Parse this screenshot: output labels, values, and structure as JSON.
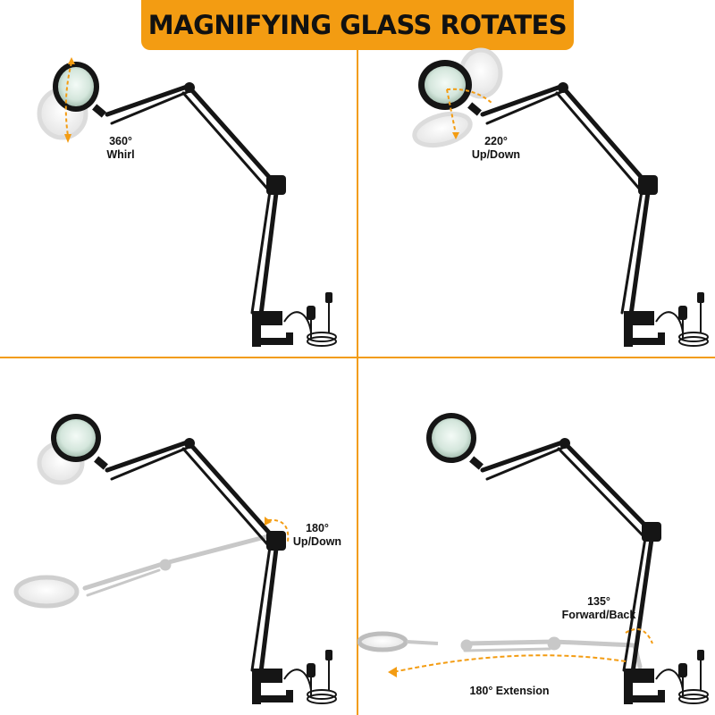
{
  "banner": {
    "title": "MAGNIFYING GLASS ROTATES"
  },
  "colors": {
    "accent": "#f39c12",
    "lamp": "#151515",
    "ghost": "#c8c8c8",
    "text": "#111111"
  },
  "panels": [
    {
      "id": "whirl",
      "degree": "360°",
      "motion": "Whirl"
    },
    {
      "id": "head-up-down",
      "degree": "220°",
      "motion": "Up/Down"
    },
    {
      "id": "arm-up-down",
      "degree": "180°",
      "motion": "Up/Down"
    },
    {
      "id": "forward-back",
      "degree": "135°",
      "motion": "Forward/Back",
      "extra": "180° Extension"
    }
  ]
}
